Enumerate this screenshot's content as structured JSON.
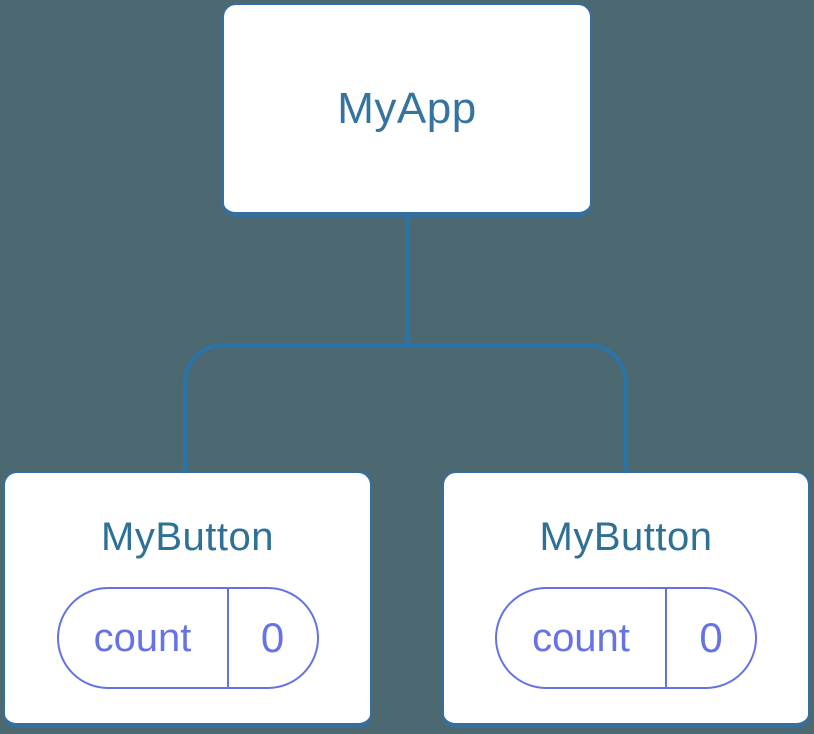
{
  "diagram": {
    "type": "component-tree",
    "root": {
      "label": "MyApp"
    },
    "children": [
      {
        "label": "MyButton",
        "state": {
          "name": "count",
          "value": "0"
        }
      },
      {
        "label": "MyButton",
        "state": {
          "name": "count",
          "value": "0"
        }
      }
    ],
    "colors": {
      "background": "#4c6870",
      "node_fill": "#ffffff",
      "node_border": "#346fa0",
      "root_label": "#36739f",
      "child_label": "#2e7195",
      "connector": "#2b74a9",
      "state_accent": "#6672e4"
    }
  }
}
